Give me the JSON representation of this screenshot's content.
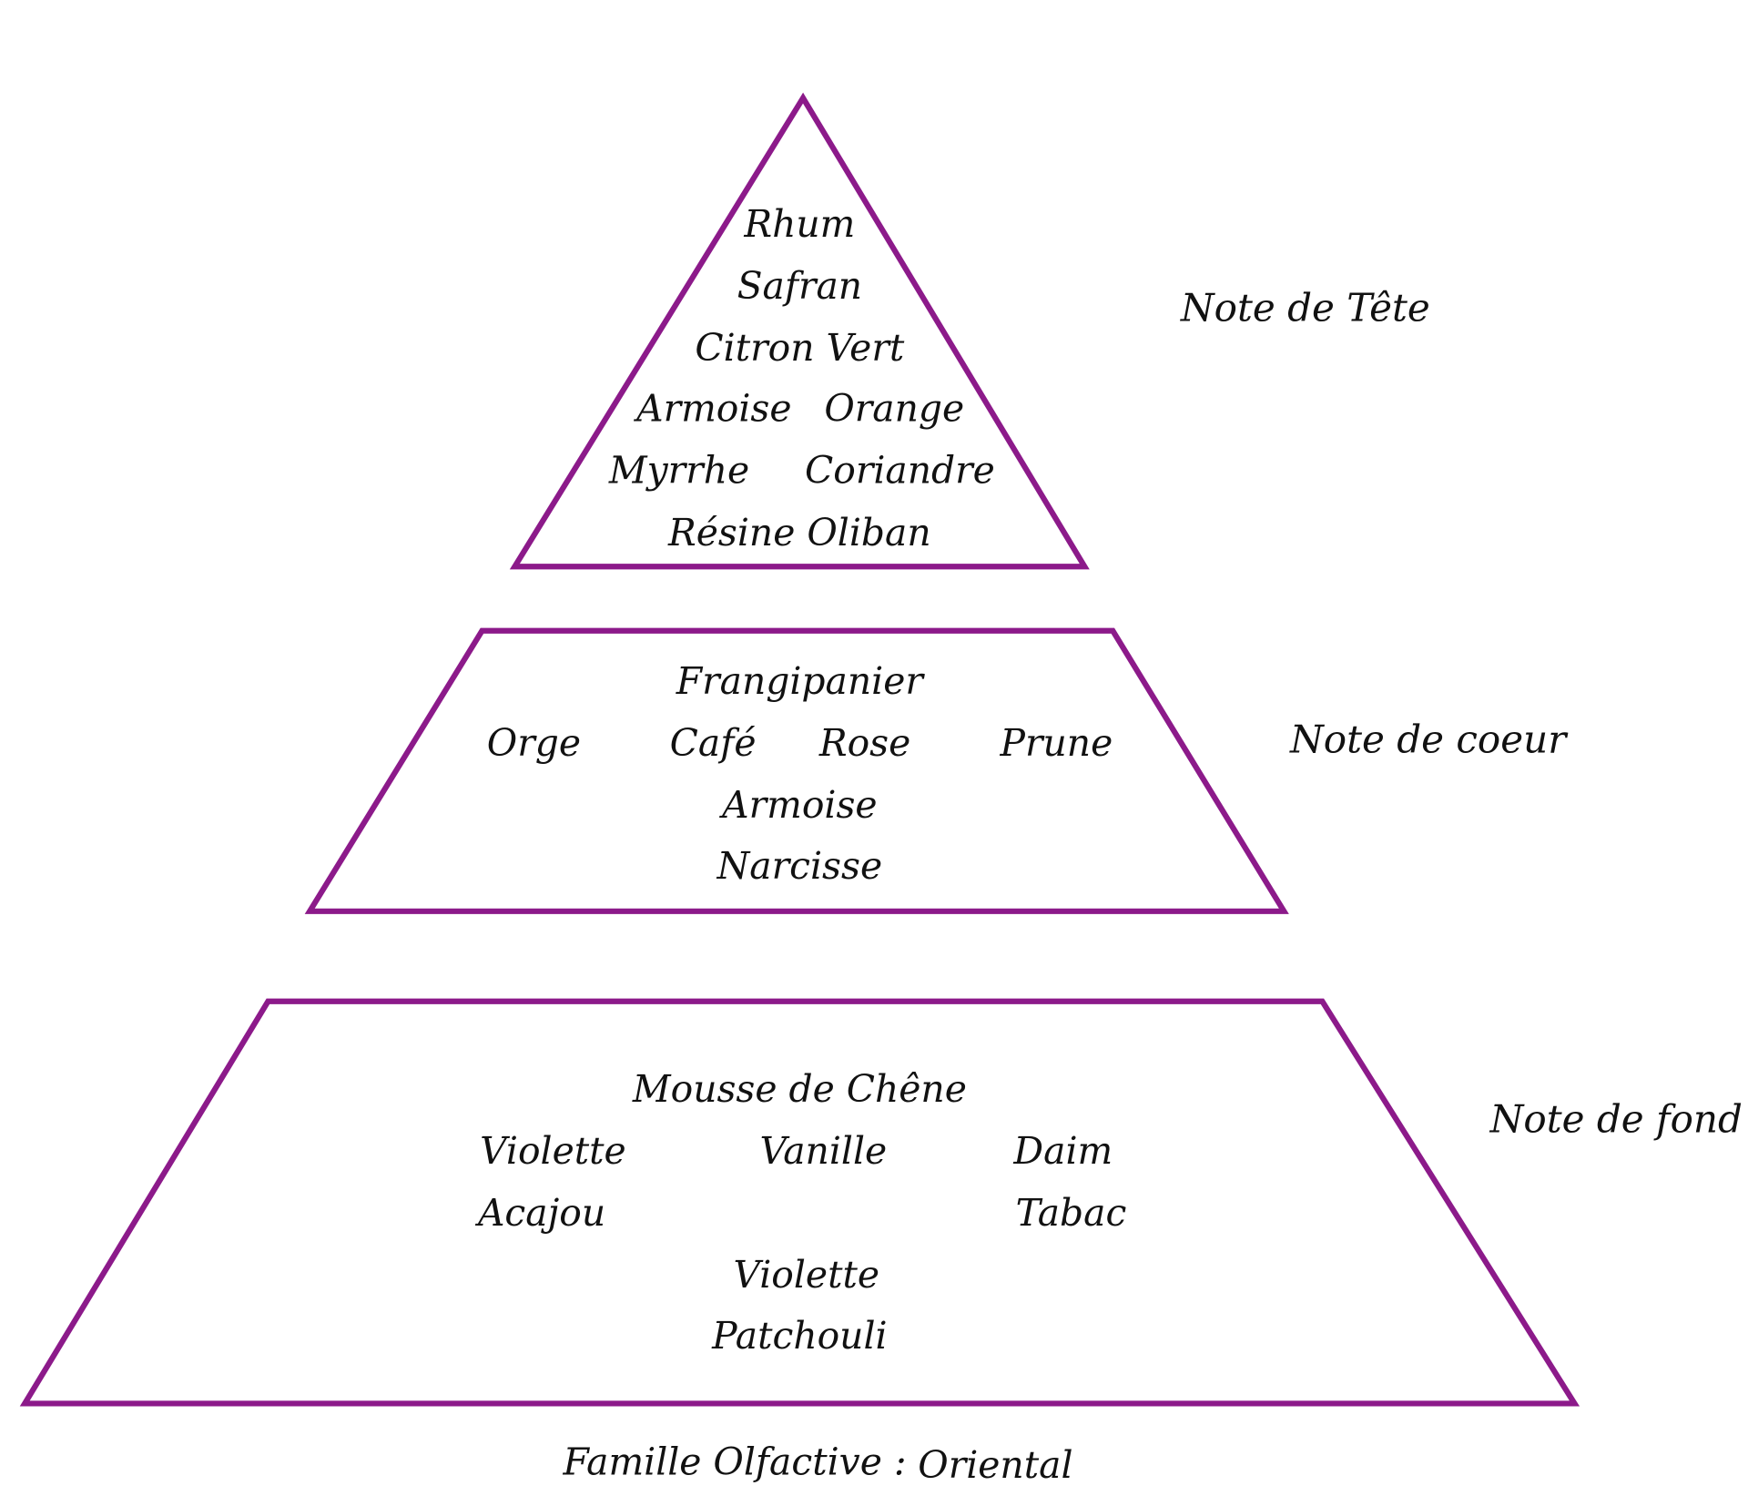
{
  "accent_color": "#8c1a8a",
  "top": {
    "label": "Note de Tête",
    "notes": [
      "Rhum",
      "Safran",
      "Citron Vert",
      "Armoise",
      "Orange",
      "Myrrhe",
      "Coriandre",
      "Résine Oliban"
    ]
  },
  "heart": {
    "label": "Note de coeur",
    "notes": [
      "Frangipanier",
      "Orge",
      "Café",
      "Rose",
      "Prune",
      "Armoise",
      "Narcisse"
    ]
  },
  "base": {
    "label": "Note de fond",
    "notes": [
      "Mousse de Chêne",
      "Violette",
      "Vanille",
      "Daim",
      "Acajou",
      "Tabac",
      "Violette",
      "Patchouli"
    ]
  },
  "family": {
    "label": "Famille Olfactive :",
    "value": "Oriental"
  }
}
